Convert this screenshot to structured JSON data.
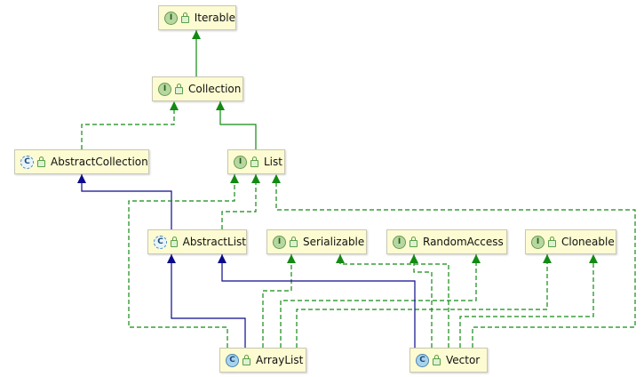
{
  "diagram": {
    "nodes": [
      {
        "id": "iterable",
        "label": "Iterable",
        "kind": "interface",
        "kind_glyph": "I"
      },
      {
        "id": "collection",
        "label": "Collection",
        "kind": "interface",
        "kind_glyph": "I"
      },
      {
        "id": "abstractcollection",
        "label": "AbstractCollection",
        "kind": "abstract-class",
        "kind_glyph": "C"
      },
      {
        "id": "list",
        "label": "List",
        "kind": "interface",
        "kind_glyph": "I"
      },
      {
        "id": "abstractlist",
        "label": "AbstractList",
        "kind": "abstract-class",
        "kind_glyph": "C"
      },
      {
        "id": "serializable",
        "label": "Serializable",
        "kind": "interface",
        "kind_glyph": "I"
      },
      {
        "id": "randomaccess",
        "label": "RandomAccess",
        "kind": "interface",
        "kind_glyph": "I"
      },
      {
        "id": "cloneable",
        "label": "Cloneable",
        "kind": "interface",
        "kind_glyph": "I"
      },
      {
        "id": "arraylist",
        "label": "ArrayList",
        "kind": "class",
        "kind_glyph": "C"
      },
      {
        "id": "vector",
        "label": "Vector",
        "kind": "class",
        "kind_glyph": "C"
      }
    ],
    "edges": [
      {
        "from": "collection",
        "to": "iterable",
        "relation": "extends"
      },
      {
        "from": "abstractcollection",
        "to": "collection",
        "relation": "implements"
      },
      {
        "from": "list",
        "to": "collection",
        "relation": "extends"
      },
      {
        "from": "abstractlist",
        "to": "abstractcollection",
        "relation": "extends"
      },
      {
        "from": "abstractlist",
        "to": "list",
        "relation": "implements"
      },
      {
        "from": "arraylist",
        "to": "abstractlist",
        "relation": "extends"
      },
      {
        "from": "arraylist",
        "to": "list",
        "relation": "implements"
      },
      {
        "from": "arraylist",
        "to": "serializable",
        "relation": "implements"
      },
      {
        "from": "arraylist",
        "to": "randomaccess",
        "relation": "implements"
      },
      {
        "from": "arraylist",
        "to": "cloneable",
        "relation": "implements"
      },
      {
        "from": "vector",
        "to": "abstractlist",
        "relation": "extends"
      },
      {
        "from": "vector",
        "to": "list",
        "relation": "implements"
      },
      {
        "from": "vector",
        "to": "serializable",
        "relation": "implements"
      },
      {
        "from": "vector",
        "to": "randomaccess",
        "relation": "implements"
      },
      {
        "from": "vector",
        "to": "cloneable",
        "relation": "implements"
      }
    ],
    "colors": {
      "interface_edge": "#138a13",
      "class_edge": "#0b0b8c",
      "node_fill": "#fdfbd2",
      "node_border": "#c8c8b4"
    }
  }
}
